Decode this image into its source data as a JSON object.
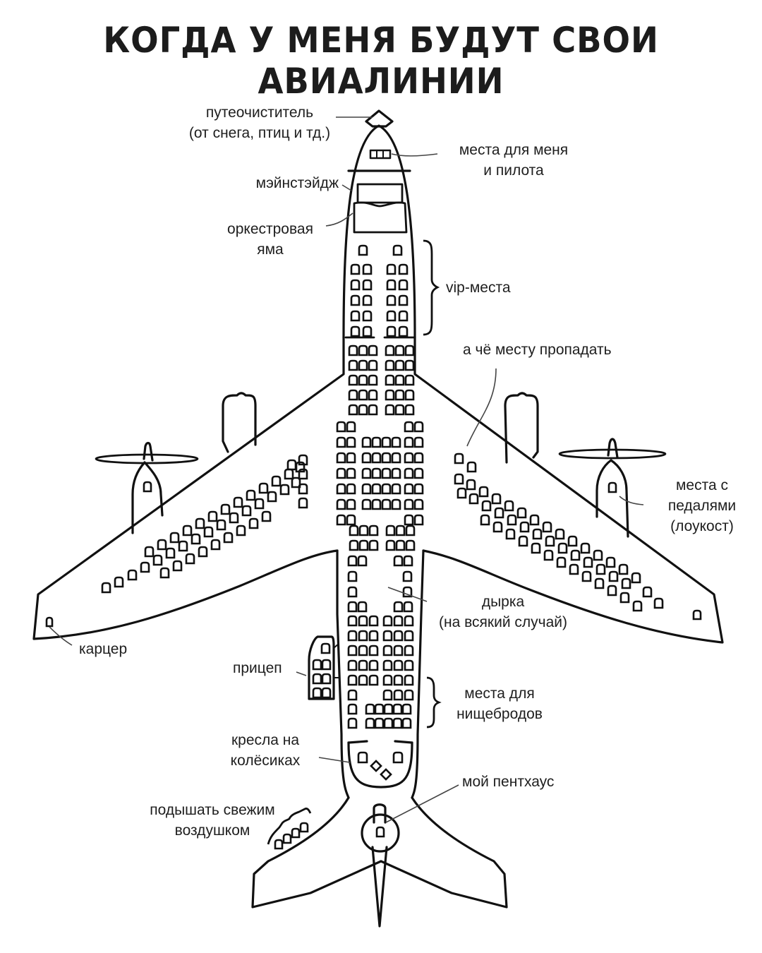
{
  "title": "КОГДА У МЕНЯ БУДУТ СВОИ АВИАЛИНИИ",
  "labels": {
    "cowcatcher": {
      "line1": "путеочиститель",
      "line2": "(от снега, птиц и тд.)"
    },
    "cockpit": {
      "line1": "места для меня",
      "line2": "и пилота"
    },
    "mainstage": {
      "line1": "мэйнстэйдж"
    },
    "orchestra_pit": {
      "line1": "оркестровая",
      "line2": "яма"
    },
    "vip": {
      "line1": "vip-места"
    },
    "extra_space": {
      "line1": "а чё месту пропадать"
    },
    "pedal_seats": {
      "line1": "места с",
      "line2": "педалями",
      "line3": "(лоукост)"
    },
    "lockup": {
      "line1": "карцер"
    },
    "hole": {
      "line1": "дырка",
      "line2": "(на всякий случай)"
    },
    "trailer": {
      "line1": "прицеп"
    },
    "cheap_seats": {
      "line1": "места для",
      "line2": "нищебродов"
    },
    "wheel_chairs": {
      "line1": "кресла на",
      "line2": "колёсиках"
    },
    "penthouse": {
      "line1": "мой пентхаус"
    },
    "fresh_air": {
      "line1": "подышать свежим",
      "line2": "воздушком"
    }
  },
  "colors": {
    "ink": "#111111",
    "text": "#1e1e1e",
    "background": "#ffffff",
    "leader": "#444444"
  }
}
